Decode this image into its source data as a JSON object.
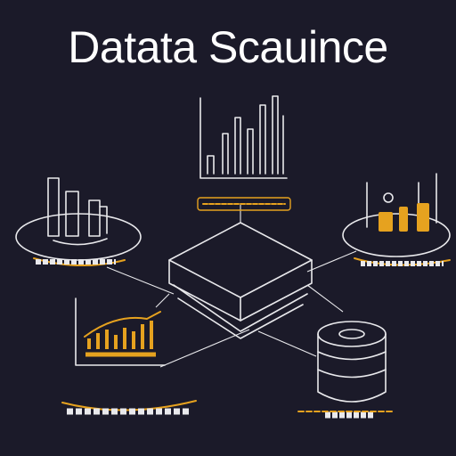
{
  "title": "Datata Scauince",
  "colors": {
    "background": "#1b1a29",
    "line": "#e9e9ec",
    "accent": "#e6a21f"
  },
  "nodes": [
    {
      "id": "node-top-chart",
      "icon": "bar-chart-icon"
    },
    {
      "id": "node-left-chart",
      "icon": "bar-chart-icon"
    },
    {
      "id": "node-right-lab",
      "icon": "lab-flask-icon"
    },
    {
      "id": "node-center-box",
      "icon": "stacked-box-icon"
    },
    {
      "id": "node-trend-chart",
      "icon": "trend-chart-icon"
    },
    {
      "id": "node-database",
      "icon": "database-icon"
    }
  ]
}
